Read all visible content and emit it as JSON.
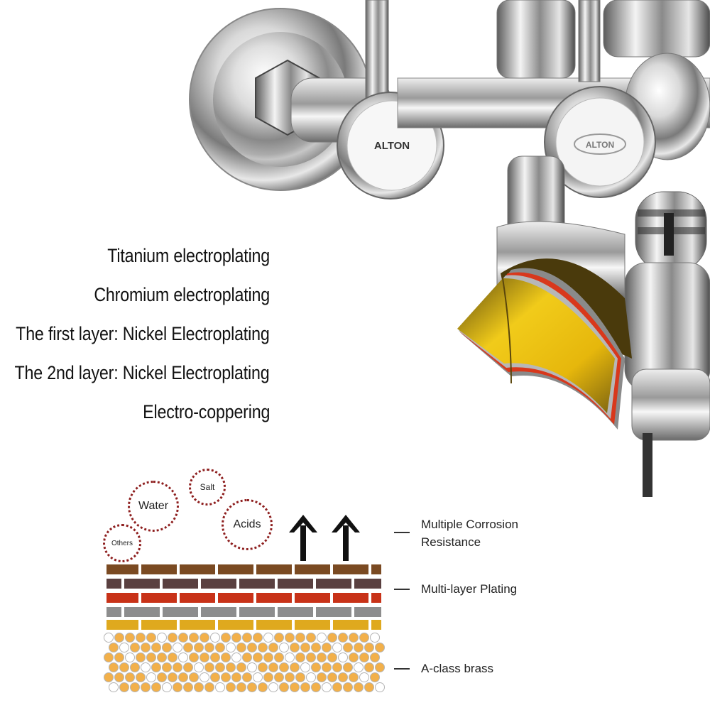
{
  "brand": {
    "logo_text": "ALTON",
    "logo_text_2": "ALTON"
  },
  "plating_layers": [
    "Titanium electroplating",
    "Chromium electroplating",
    "The first layer: Nickel Electroplating",
    "The 2nd layer: Nickel Electroplating",
    "Electro-coppering"
  ],
  "corrosive_agents": {
    "water": "Water",
    "salt": "Salt",
    "acids": "Acids",
    "others": "Others"
  },
  "legend": {
    "resistance_line1": "Multiple Corrosion",
    "resistance_line2": "Resistance",
    "plating": "Multi-layer Plating",
    "brass": "A-class brass"
  },
  "colors": {
    "gold": "#e2b90e",
    "red_layer": "#d8381c",
    "brick_brown": "#7a4a22",
    "brick_dark": "#5a4040",
    "brick_red": "#c83218",
    "brick_grey": "#8d8d8d",
    "brick_gold": "#dfa91e",
    "brass_orange": "#f2b04a",
    "agent_border": "#8e1f1f"
  }
}
